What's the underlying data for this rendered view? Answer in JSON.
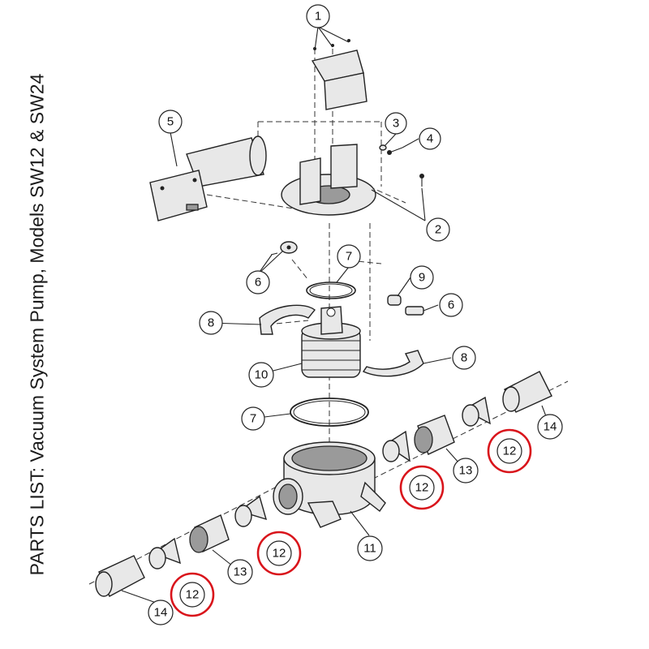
{
  "title": "PARTS LIST:  Vacuum System Pump, Models SW12 & SW24",
  "highlight_color": "#d9141b",
  "callouts": {
    "c1": "1",
    "c2": "2",
    "c3": "3",
    "c4": "4",
    "c5": "5",
    "c6a": "6",
    "c6b": "6",
    "c7a": "7",
    "c7b": "7",
    "c8a": "8",
    "c8b": "8",
    "c9": "9",
    "c10": "10",
    "c11": "11",
    "c12a": "12",
    "c12b": "12",
    "c12c": "12",
    "c12d": "12",
    "c13a": "13",
    "c13b": "13",
    "c14a": "14",
    "c14b": "14"
  }
}
